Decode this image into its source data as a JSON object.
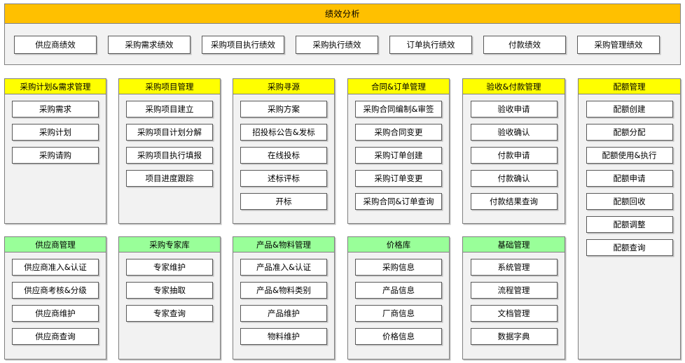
{
  "performance": {
    "title": "绩效分析",
    "header_color": "#ffc000",
    "buttons": [
      "供应商绩效",
      "采购需求绩效",
      "采购项目执行绩效",
      "采购执行绩效",
      "订单执行绩效",
      "付款绩效",
      "采购管理绩效"
    ]
  },
  "colors": {
    "yellow": "#ffff00",
    "green": "#99ff99",
    "panel_bg": "#f2f2f2",
    "border": "#7f7f7f"
  },
  "panels": {
    "purchase_plan": {
      "title": "采购计划&需求管理",
      "items": [
        "采购需求",
        "采购计划",
        "采购请购"
      ]
    },
    "purchase_project": {
      "title": "采购项目管理",
      "items": [
        "采购项目建立",
        "采购项目计划分解",
        "采购项目执行填报",
        "项目进度跟踪"
      ]
    },
    "sourcing": {
      "title": "采购寻源",
      "items": [
        "采购方案",
        "招投标公告&发标",
        "在线投标",
        "述标评标",
        "开标"
      ]
    },
    "contract_order": {
      "title": "合同&订单管理",
      "items": [
        "采购合同编制&审签",
        "采购合同变更",
        "采购订单创建",
        "采购订单变更",
        "采购合同&订单查询"
      ]
    },
    "acceptance_payment": {
      "title": "验收&付款管理",
      "items": [
        "验收申请",
        "验收确认",
        "付款申请",
        "付款确认",
        "付款结果查询"
      ]
    },
    "quota": {
      "title": "配额管理",
      "items": [
        "配额创建",
        "配额分配",
        "配额使用&执行",
        "配额申请",
        "配额回收",
        "配额调整",
        "配额查询"
      ]
    },
    "supplier": {
      "title": "供应商管理",
      "items": [
        "供应商准入&认证",
        "供应商考核&分级",
        "供应商维护",
        "供应商查询"
      ]
    },
    "expert": {
      "title": "采购专家库",
      "items": [
        "专家维护",
        "专家抽取",
        "专家查询"
      ]
    },
    "product_material": {
      "title": "产品&物料管理",
      "items": [
        "产品准入&认证",
        "产品&物料类别",
        "产品维护",
        "物料维护"
      ]
    },
    "price_library": {
      "title": "价格库",
      "items": [
        "采购信息",
        "产品信息",
        "厂商信息",
        "价格信息"
      ]
    },
    "basic_management": {
      "title": "基础管理",
      "items": [
        "系统管理",
        "流程管理",
        "文档管理",
        "数据字典"
      ]
    }
  }
}
